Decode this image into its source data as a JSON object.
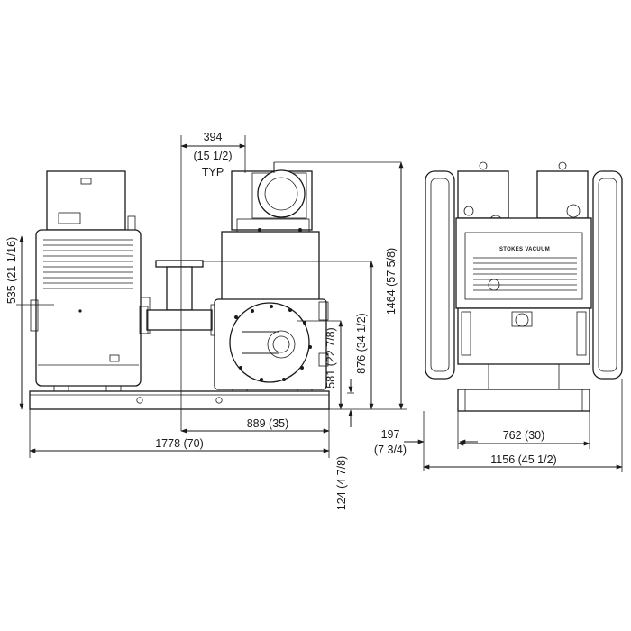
{
  "brand_plate": "STOKES VACUUM",
  "dimensions": {
    "inlet_offset_mm": "394",
    "inlet_offset_in": "(15 1/2)",
    "inlet_offset_note": "TYP",
    "side_height_mm_in": "535 (21 1/16)",
    "overall_height_mm_in": "1464 (57 5/8)",
    "inlet_height_mm_in": "876 (34 1/2)",
    "shaft_height_mm_in": "581 (22 7/8)",
    "half_length_mm_in": "889 (35)",
    "overall_length_mm_in": "1778 (70)",
    "base_height_mm_in": "124 (4 7/8)",
    "front_offset_mm": "197",
    "front_offset_in": "(7 3/4)",
    "base_width_mm_in": "762 (30)",
    "overall_width_mm_in": "1156 (45 1/2)"
  }
}
